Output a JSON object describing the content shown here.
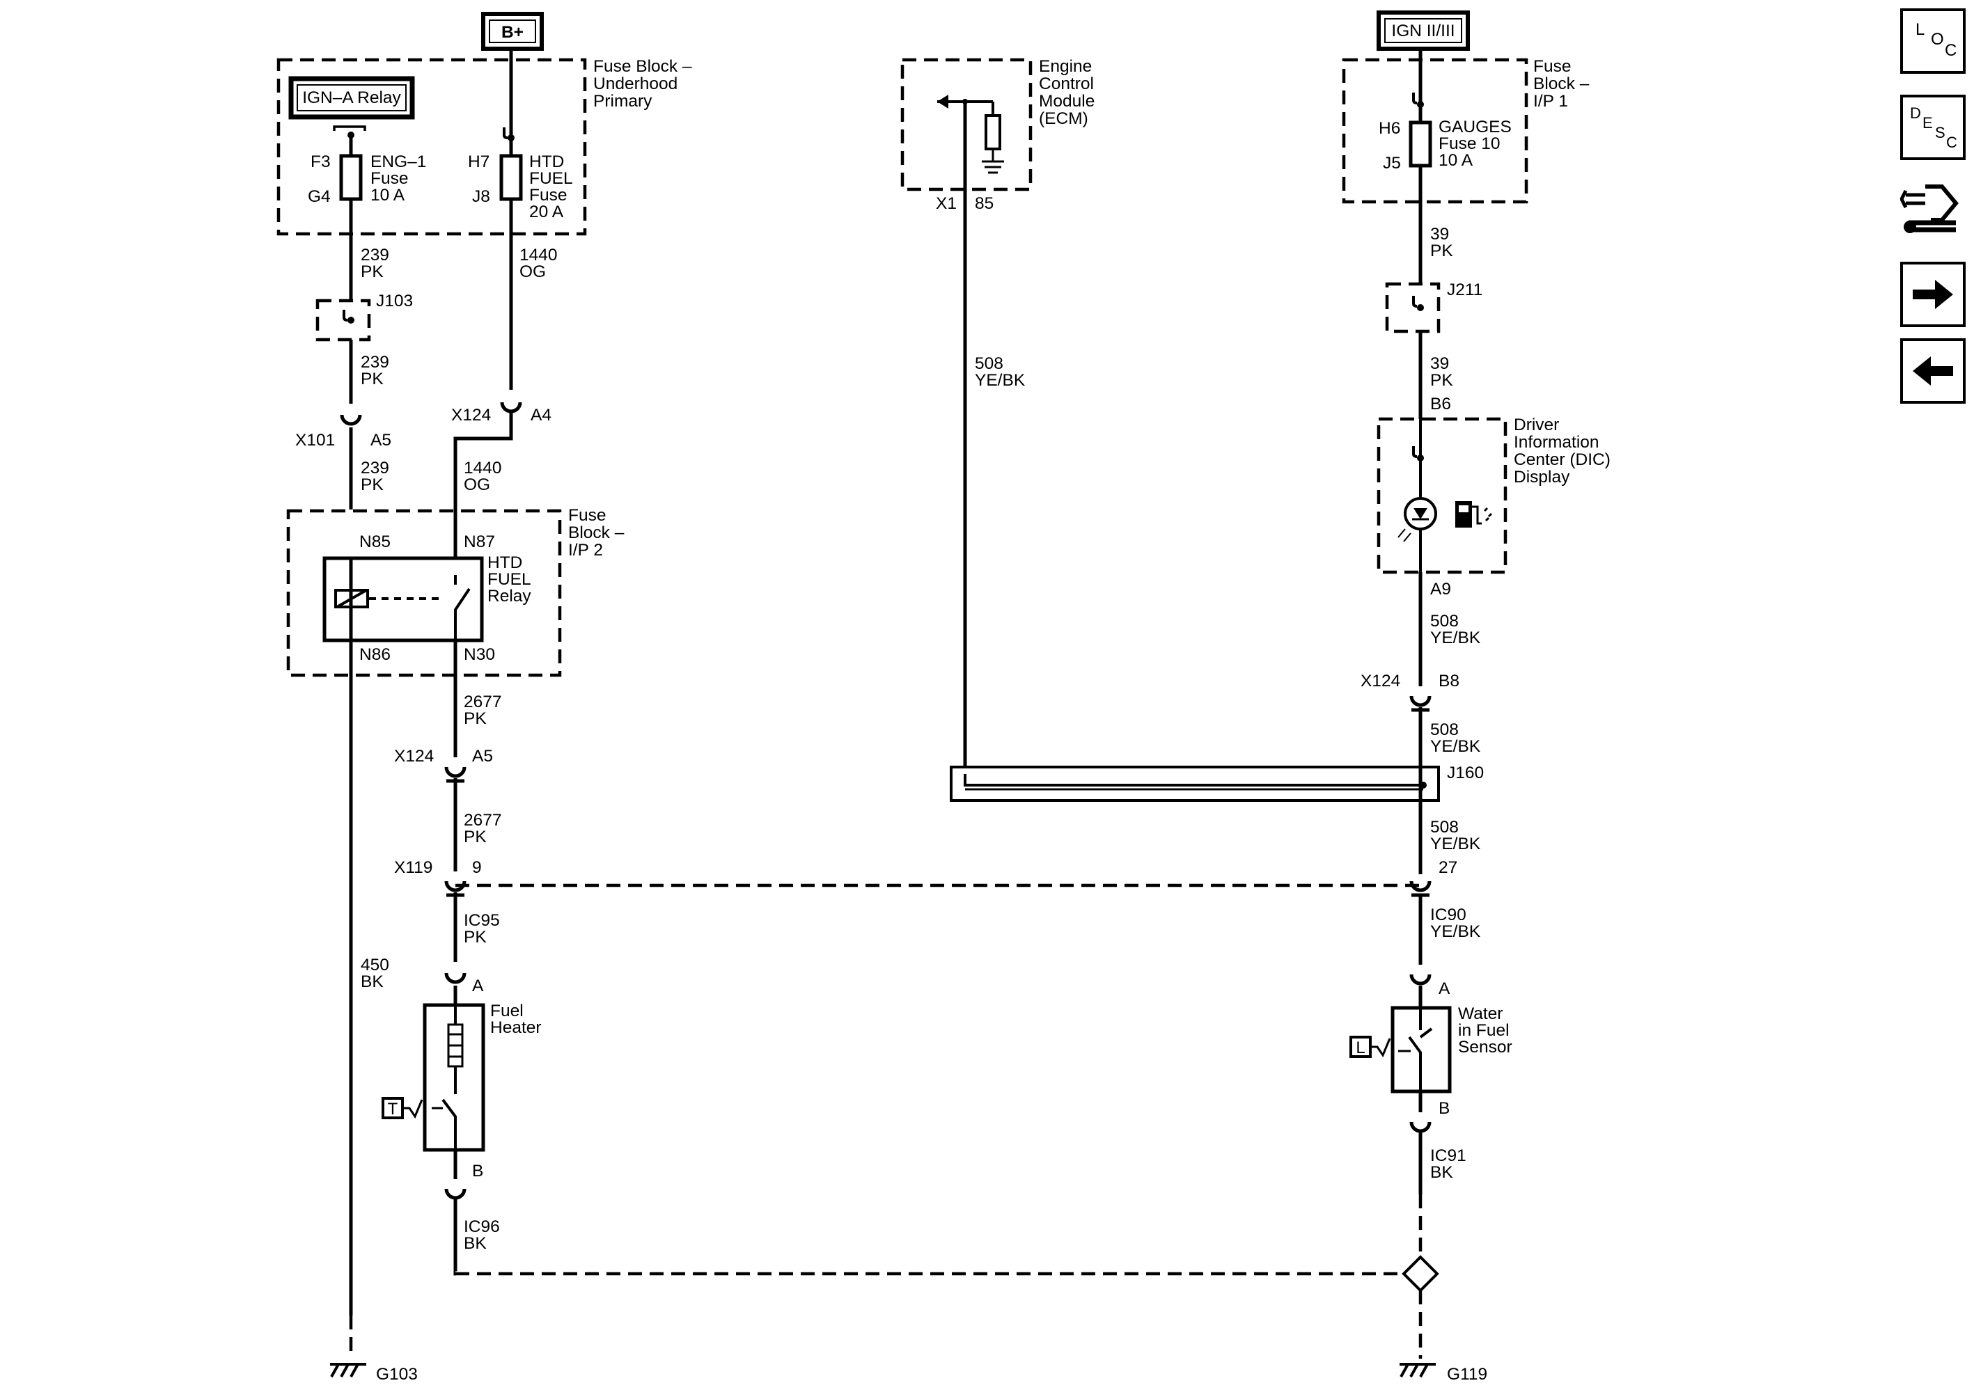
{
  "labels": {
    "b_plus": "B+",
    "ign_23": "IGN II/III",
    "ign_a_relay": "IGN–A Relay",
    "fb_under_1": "Fuse Block –",
    "fb_under_2": "Underhood",
    "fb_under_3": "Primary",
    "f3": "F3",
    "g4": "G4",
    "eng1_1": "ENG–1",
    "eng1_2": "Fuse",
    "eng1_3": "10 A",
    "h7": "H7",
    "j8": "J8",
    "htd_1": "HTD",
    "htd_2": "FUEL",
    "htd_3": "Fuse",
    "htd_4": "20 A",
    "c239": "239",
    "pk": "PK",
    "c1440": "1440",
    "og": "OG",
    "j103": "J103",
    "x124": "X124",
    "a4": "A4",
    "x101": "X101",
    "a5": "A5",
    "fb_ip2_1": "Fuse",
    "fb_ip2_2": "Block –",
    "fb_ip2_3": "I/P 2",
    "n85": "N85",
    "n87": "N87",
    "n86": "N86",
    "n30": "N30",
    "relay_1": "HTD",
    "relay_2": "FUEL",
    "relay_3": "Relay",
    "c2677": "2677",
    "x119": "X119",
    "pin9": "9",
    "ic95": "IC95",
    "c450": "450",
    "bk": "BK",
    "pin_a": "A",
    "pin_b": "B",
    "fuel_heater_1": "Fuel",
    "fuel_heater_2": "Heater",
    "t_box": "T",
    "ic96": "IC96",
    "g103": "G103",
    "ecm_1": "Engine",
    "ecm_2": "Control",
    "ecm_3": "Module",
    "ecm_4": "(ECM)",
    "x1": "X1",
    "pin85": "85",
    "c508": "508",
    "yebk": "YE/BK",
    "fb_ip1_1": "Fuse",
    "fb_ip1_2": "Block –",
    "fb_ip1_3": "I/P 1",
    "h6": "H6",
    "j5": "J5",
    "gauges_1": "GAUGES",
    "gauges_2": "Fuse 10",
    "gauges_3": "10 A",
    "c39": "39",
    "j211": "J211",
    "b6": "B6",
    "dic_1": "Driver",
    "dic_2": "Information",
    "dic_3": "Center (DIC)",
    "dic_4": "Display",
    "a9": "A9",
    "b8": "B8",
    "j160": "J160",
    "pin27": "27",
    "ic90": "IC90",
    "water_1": "Water",
    "water_2": "in Fuel",
    "water_3": "Sensor",
    "l_box": "L",
    "ic91": "IC91",
    "g119": "G119"
  },
  "nav": {
    "loc_1": "L",
    "loc_2": "O",
    "loc_3": "C",
    "desc_1": "D",
    "desc_2": "E",
    "desc_3": "S",
    "desc_4": "C"
  }
}
